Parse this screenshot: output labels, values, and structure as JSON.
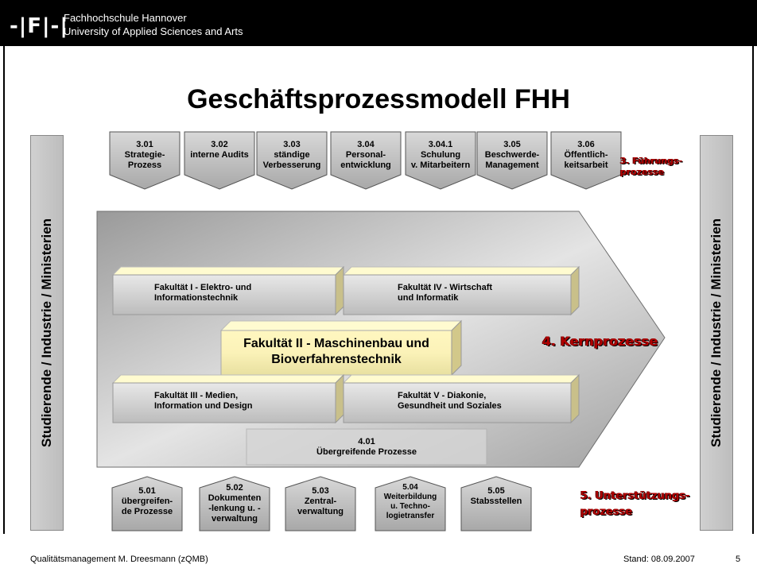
{
  "header": {
    "logo_text": "-|F|-|",
    "institution_line1": "Fachhochschule Hannover",
    "institution_line2": "University of Applied Sciences and Arts"
  },
  "title": "Geschäftsprozessmodell FHH",
  "sidebars": {
    "left": "Studierende / Industrie / Ministerien",
    "right": "Studierende / Industrie / Ministerien"
  },
  "fuehrungsprozesse": {
    "label": "3. Führungs-\nprozesse",
    "items": [
      {
        "id": "3.01",
        "text": "3.01\nStrategie-\nProzess"
      },
      {
        "id": "3.02",
        "text": "3.02\ninterne Audits"
      },
      {
        "id": "3.03",
        "text": "3.03\nständige\nVerbesserung"
      },
      {
        "id": "3.04",
        "text": "3.04\nPersonal-\nentwicklung"
      },
      {
        "id": "3.04.1",
        "text": "3.04.1\nSchulung\nv. Mitarbeitern"
      },
      {
        "id": "3.05",
        "text": "3.05\nBeschwerde-\nManagement"
      },
      {
        "id": "3.06",
        "text": "3.06\nÖffentlich-\nkeitsarbeit"
      }
    ]
  },
  "kernprozesse": {
    "label": "4. Kernprozesse",
    "fakultaet_1": "Fakultät I - Elektro- und\nInformationstechnik",
    "fakultaet_4": "Fakultät IV - Wirtschaft\nund Informatik",
    "fakultaet_2": "Fakultät II - Maschinenbau und\nBioverfahrenstechnik",
    "fakultaet_3": "Fakultät III - Medien,\nInformation und Design",
    "fakultaet_5": "Fakultät V - Diakonie,\nGesundheit und Soziales",
    "uebergreifend": "4.01\nÜbergreifende Prozesse"
  },
  "unterstuetzungsprozesse": {
    "label": "5. Unterstützungs-\nprozesse",
    "items": [
      {
        "id": "5.01",
        "text": "5.01\nübergreifen-\nde Prozesse"
      },
      {
        "id": "5.02",
        "text": "5.02\nDokumenten\n-lenkung u. -\nverwaltung"
      },
      {
        "id": "5.03",
        "text": "5.03\nZentral-\nverwaltung"
      },
      {
        "id": "5.04",
        "text": "5.04\nWeiterbildung\nu. Techno-\nlogietransfer"
      },
      {
        "id": "5.05",
        "text": "5.05\nStabsstellen"
      }
    ]
  },
  "footer": {
    "left": "Qualitätsmanagement  M. Dreesmann (zQMB)",
    "date": "Stand: 08.09.2007",
    "page": "5"
  },
  "colors": {
    "header_bg": "#000000",
    "box_yellow": "#ffffcc",
    "label_red": "#b00000",
    "grey": "#c8c8c8"
  }
}
